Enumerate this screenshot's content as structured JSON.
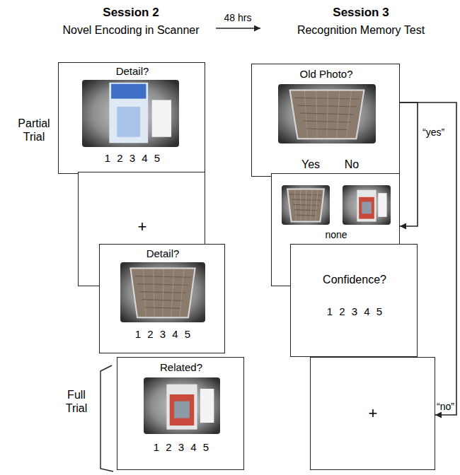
{
  "diagram": {
    "nodes": [
      {
        "text": [
          "Detail?",
          "1 2 3 4 5"
        ]
      },
      {
        "text": [
          "+"
        ]
      },
      {
        "text": [
          "Detail?",
          "1 2 3 4 5"
        ]
      },
      {
        "text": [
          "Related?",
          "1 2 3 4 5"
        ]
      },
      {
        "text": [
          "Old Photo?",
          "Yes",
          "No"
        ]
      },
      {
        "text": [
          "none"
        ]
      },
      {
        "text": [
          "Confidence?",
          "1 2 3 4 5"
        ]
      },
      {
        "text": [
          "+"
        ]
      }
    ],
    "edges": [
      {
        "from": 4,
        "to": 5,
        "label": "“yes”",
        "arrow": "to"
      },
      {
        "from": 4,
        "to": 7,
        "label": "“no”",
        "arrow": "to"
      }
    ],
    "labels": [
      "Session 2",
      "Novel Encoding in Scanner",
      "48 hrs",
      "Session 3",
      "Recognition Memory Test",
      "Partial Trial",
      "Full Trial"
    ]
  }
}
